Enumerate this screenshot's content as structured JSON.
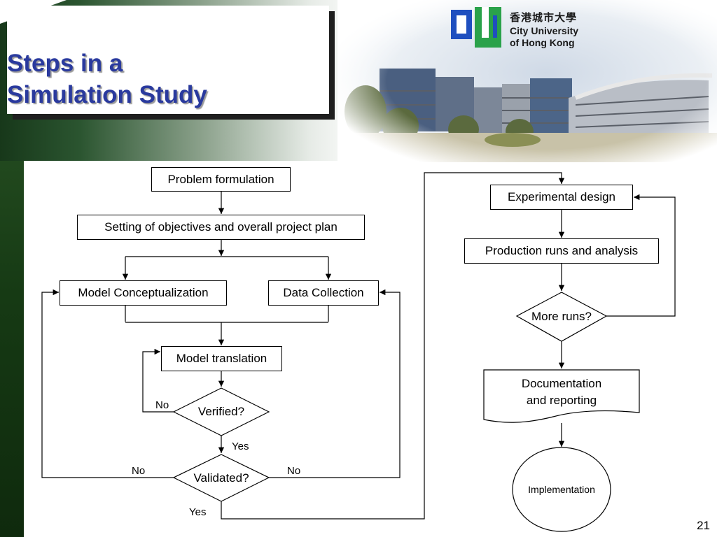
{
  "slide": {
    "title_line1": "Steps in a",
    "title_line2": "Simulation Study",
    "page_number": "21"
  },
  "logo": {
    "chinese_name": "香港城市大學",
    "english_line1": "City University",
    "english_line2": "of Hong Kong"
  },
  "flowchart": {
    "nodes": {
      "problem_formulation": "Problem formulation",
      "objectives": "Setting of objectives and overall project plan",
      "model_conceptualization": "Model Conceptualization",
      "data_collection": "Data Collection",
      "model_translation": "Model translation",
      "verified": "Verified?",
      "validated": "Validated?",
      "experimental_design": "Experimental design",
      "production_runs": "Production runs and analysis",
      "more_runs": "More runs?",
      "documentation_line1": "Documentation",
      "documentation_line2": "and reporting",
      "implementation": "Implementation"
    },
    "edge_labels": {
      "verified_no": "No",
      "verified_yes": "Yes",
      "validated_no_left": "No",
      "validated_no_right": "No",
      "validated_yes": "Yes"
    }
  },
  "colors": {
    "title": "#2a3a9e",
    "left_bar": "#163a14",
    "logo_blue": "#1f4fbf",
    "logo_green": "#2aa24a"
  }
}
